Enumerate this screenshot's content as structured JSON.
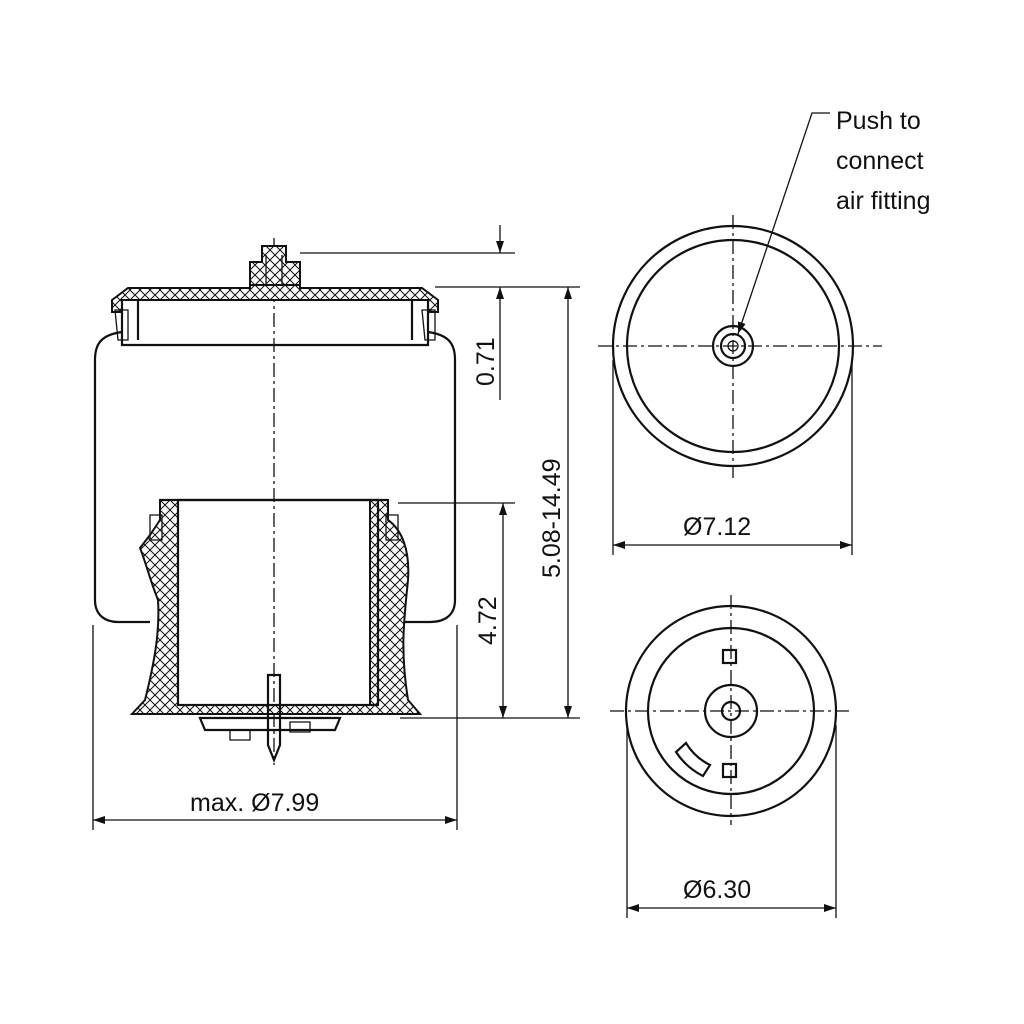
{
  "callout": {
    "line1": "Push to",
    "line2": "connect",
    "line3": "air fitting"
  },
  "dimensions": {
    "fitting_height": "0.71",
    "stroke_range": "5.08-14.49",
    "piston_height": "4.72",
    "max_diameter": "max. Ø7.99",
    "top_plate_diameter": "Ø7.12",
    "piston_diameter": "Ø6.30"
  }
}
